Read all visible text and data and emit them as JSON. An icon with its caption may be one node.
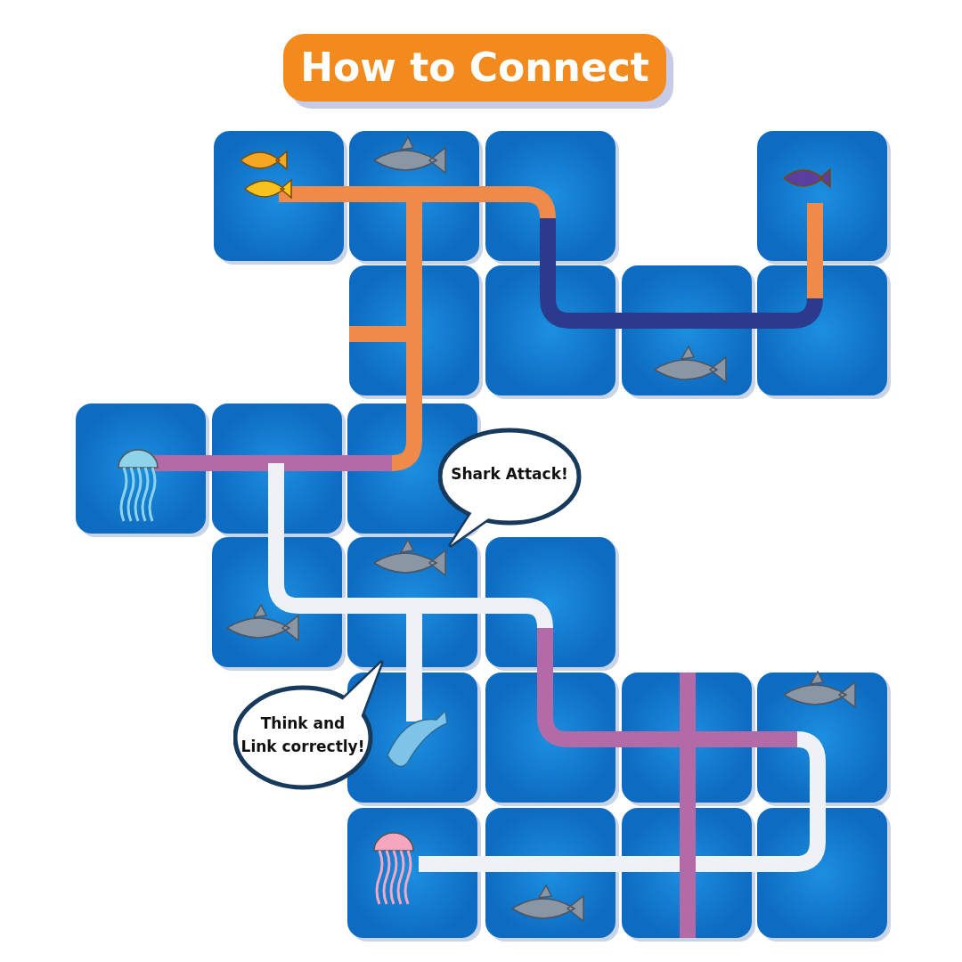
{
  "diagram": {
    "title": "How to Connect",
    "nodes": [
      {
        "text": [
          "Shark Attack!"
        ]
      },
      {
        "text": [
          "Think and Link correctly!"
        ]
      }
    ]
  }
}
